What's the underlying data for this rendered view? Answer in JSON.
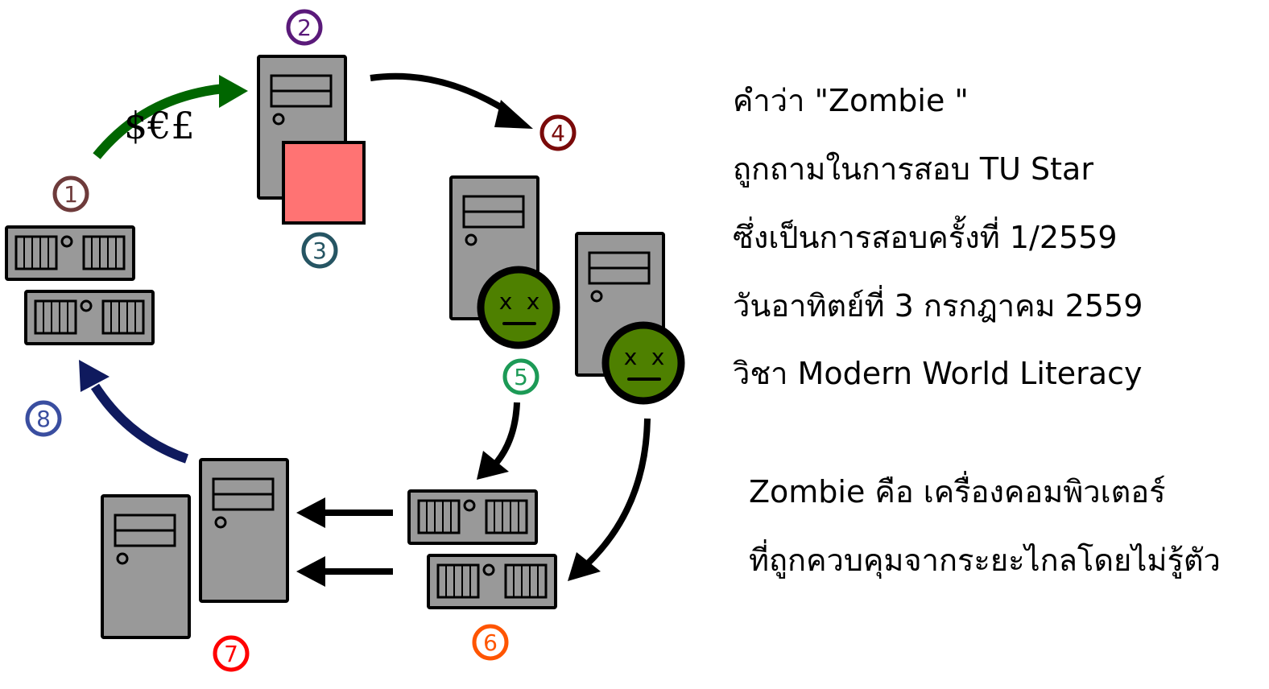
{
  "diagram": {
    "money_label": "$€£",
    "steps": [
      {
        "number": "1",
        "color": "#6e3b3b"
      },
      {
        "number": "2",
        "color": "#5a1a7a"
      },
      {
        "number": "3",
        "color": "#265563"
      },
      {
        "number": "4",
        "color": "#7a0a0a"
      },
      {
        "number": "5",
        "color": "#1c9a56"
      },
      {
        "number": "6",
        "color": "#ff5500"
      },
      {
        "number": "7",
        "color": "#ff0000"
      },
      {
        "number": "8",
        "color": "#3a4ea0"
      }
    ],
    "colors": {
      "server_fill": "#999999",
      "zombie_face": "#4e8000",
      "infected_box": "#ff7373",
      "money_arrow": "#006600",
      "return_arrow": "#0f1a5e",
      "attack_arrow": "#000000"
    }
  },
  "text_block": {
    "lines": [
      "คำว่า \"Zombie \"",
      "ถูกถามในการสอบ TU Star",
      "ซึ่งเป็นการสอบครั้งที่ 1/2559",
      "วันอาทิตย์ที่ 3 กรกฎาคม 2559",
      "วิชา Modern World Literacy"
    ],
    "definition": [
      "Zombie คือ เครื่องคอมพิวเตอร์",
      "ที่ถูกควบคุมจากระยะไกลโดยไม่รู้ตัว"
    ]
  }
}
